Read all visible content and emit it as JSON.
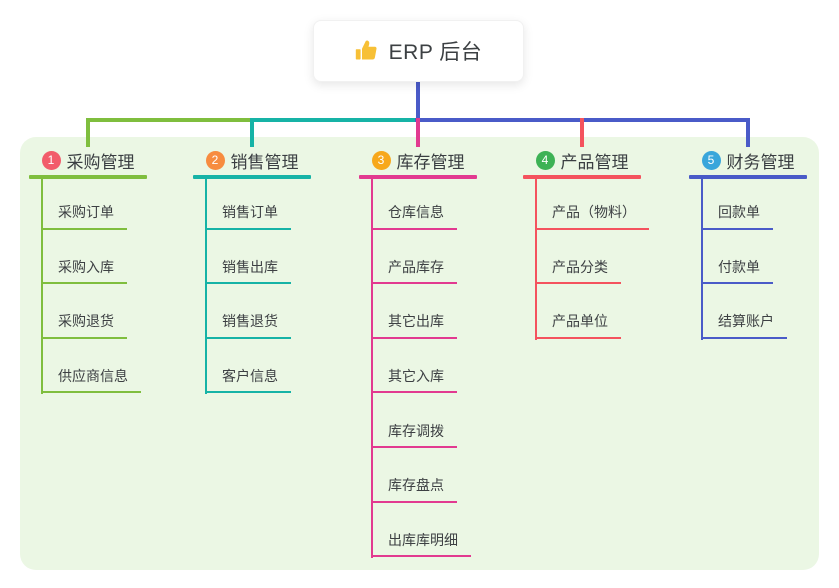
{
  "root": {
    "title": "ERP 后台",
    "icon": "thumbs-up-icon"
  },
  "branches": [
    {
      "index": "1",
      "label": "采购管理",
      "line_color": "#7fbe3e",
      "badge_color": "#f25c6b",
      "items": [
        "采购订单",
        "采购入库",
        "采购退货",
        "供应商信息"
      ]
    },
    {
      "index": "2",
      "label": "销售管理",
      "line_color": "#16b3a6",
      "badge_color": "#f78c3f",
      "items": [
        "销售订单",
        "销售出库",
        "销售退货",
        "客户信息"
      ]
    },
    {
      "index": "3",
      "label": "库存管理",
      "line_color": "#e23a90",
      "badge_color": "#f7a81b",
      "items": [
        "仓库信息",
        "产品库存",
        "其它出库",
        "其它入库",
        "库存调拨",
        "库存盘点",
        "出库库明细"
      ]
    },
    {
      "index": "4",
      "label": "产品管理",
      "line_color": "#f4535e",
      "badge_color": "#3db255",
      "items": [
        "产品（物料）",
        "产品分类",
        "产品单位"
      ]
    },
    {
      "index": "5",
      "label": "财务管理",
      "line_color": "#4a5bc8",
      "badge_color": "#39a6db",
      "items": [
        "回款单",
        "付款单",
        "结算账户"
      ]
    }
  ],
  "colors": {
    "connector_blue": "#4a5bc8",
    "panel_background": "#ebf7e4",
    "thumb_yellow": "#f7c036",
    "text": "#3d4043"
  }
}
